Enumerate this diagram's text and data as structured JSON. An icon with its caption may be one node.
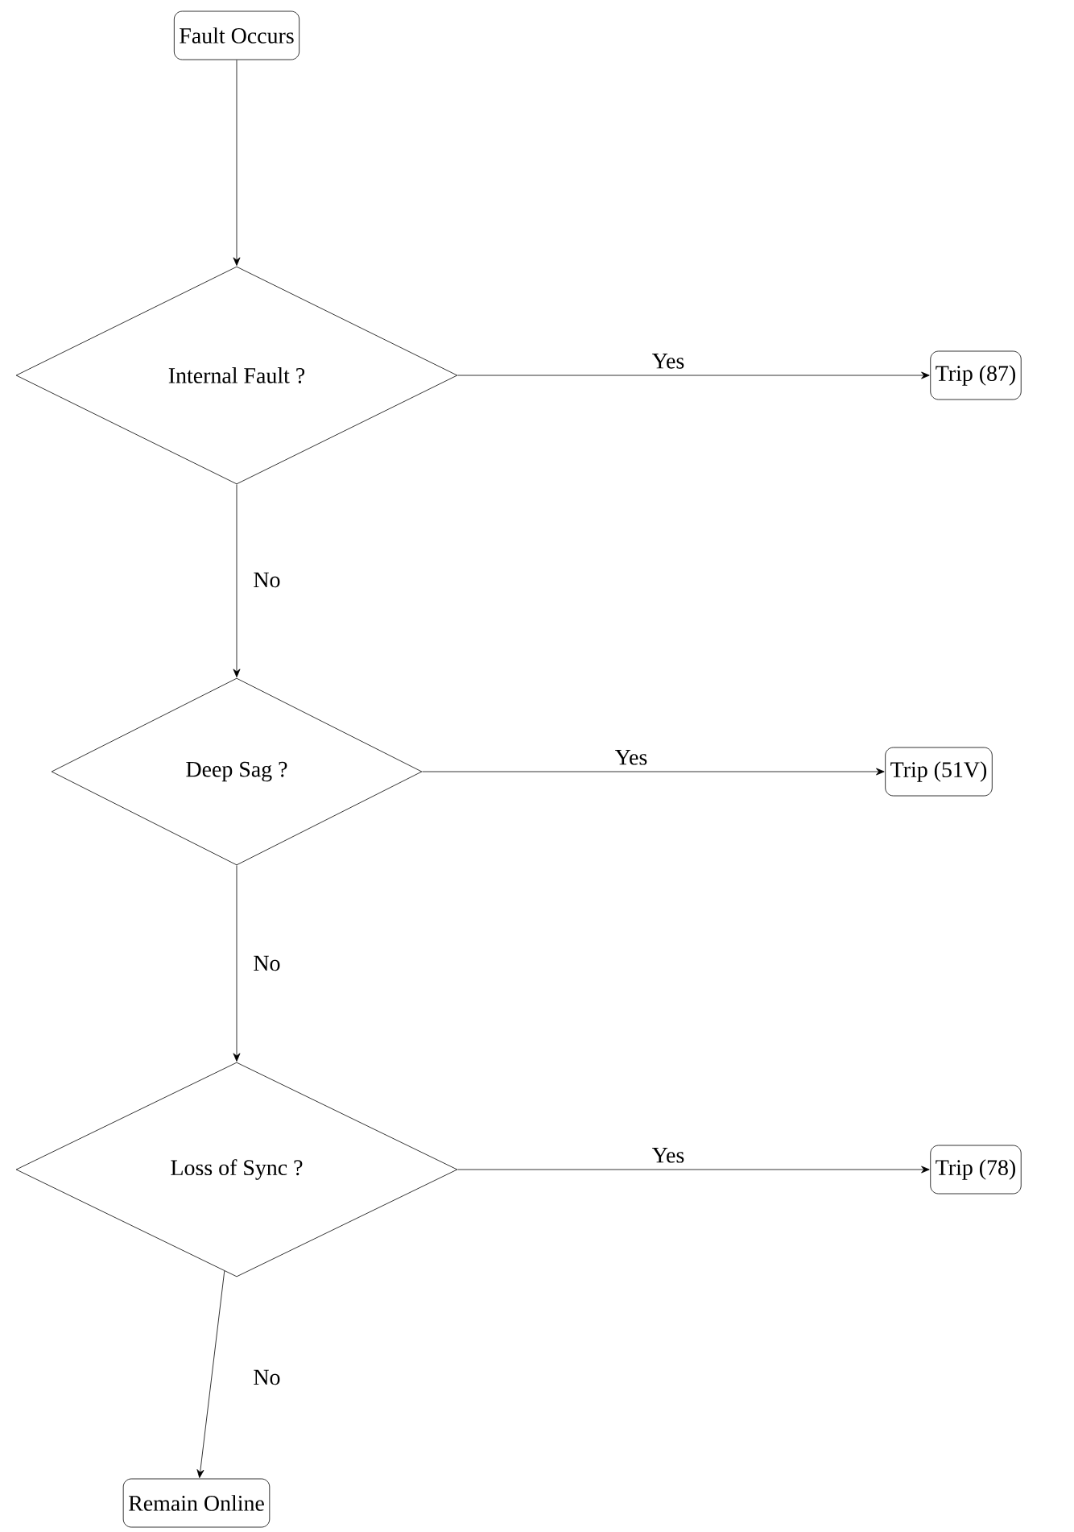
{
  "diagram": {
    "nodes": [
      {
        "text": [
          "Fault Occurs"
        ]
      },
      {
        "text": [
          "Internal Fault ?"
        ]
      },
      {
        "text": [
          "Trip (87)"
        ]
      },
      {
        "text": [
          "Deep Sag ?"
        ]
      },
      {
        "text": [
          "Trip (51V)"
        ]
      },
      {
        "text": [
          "Loss of Sync ?"
        ]
      },
      {
        "text": [
          "Trip (78)"
        ]
      },
      {
        "text": [
          "Remain Online"
        ]
      }
    ],
    "edges": [
      {
        "from": 0,
        "to": 1,
        "arrow": "to"
      },
      {
        "from": 1,
        "to": 2,
        "arrow": "to",
        "label": "Yes"
      },
      {
        "from": 1,
        "to": 3,
        "arrow": "to",
        "label": "No"
      },
      {
        "from": 3,
        "to": 4,
        "arrow": "to",
        "label": "Yes"
      },
      {
        "from": 3,
        "to": 5,
        "arrow": "to",
        "label": "No"
      },
      {
        "from": 5,
        "to": 6,
        "arrow": "to",
        "label": "Yes"
      },
      {
        "from": 5,
        "to": 7,
        "arrow": "to",
        "label": "No"
      }
    ]
  }
}
